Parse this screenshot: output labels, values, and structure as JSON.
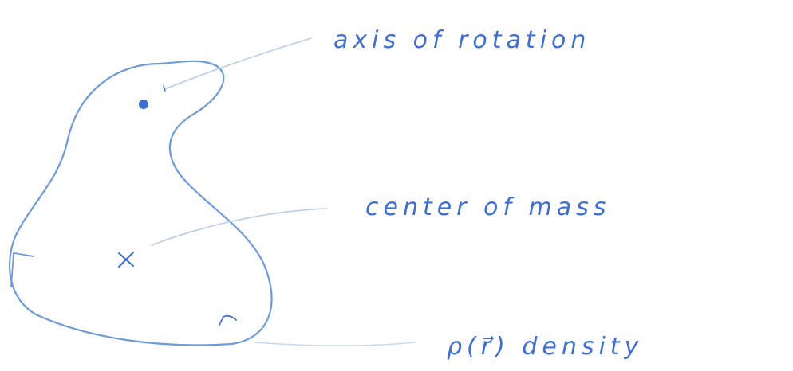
{
  "labels": {
    "axis": "axis of rotation",
    "center": "center of mass",
    "density": "ρ(r⃗)  density"
  },
  "colors": {
    "outline": "#6f9bd6",
    "ink": "#3f6fd0",
    "leader": "#b9cde9"
  }
}
